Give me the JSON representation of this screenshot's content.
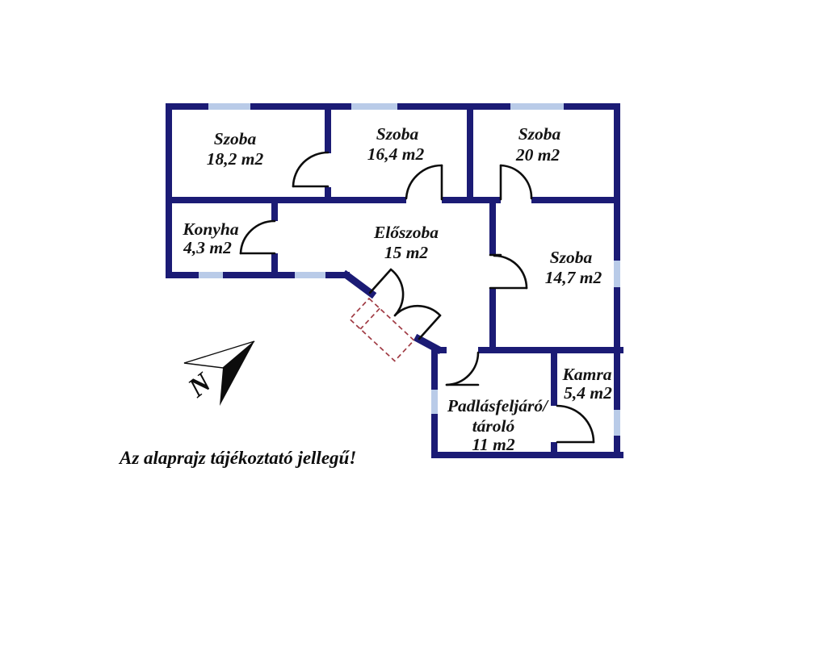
{
  "floorplan": {
    "note": "Az alaprajz tájékoztató jellegű!",
    "compass": {
      "label": "N"
    },
    "colors": {
      "wall": "#1b1b75",
      "window": "#b9cbe8",
      "door_arc": "#0d0d0d",
      "outside_steps": "#a03b44",
      "label_text": "#141414",
      "background": "#ffffff"
    },
    "rooms": [
      {
        "name": "Szoba",
        "area": "18,2 m2"
      },
      {
        "name": "Szoba",
        "area": "16,4 m2"
      },
      {
        "name": "Szoba",
        "area": "20 m2"
      },
      {
        "name": "Konyha",
        "area": "4,3 m2"
      },
      {
        "name": "Előszoba",
        "area": "15 m2"
      },
      {
        "name": "Szoba",
        "area": "14,7 m2"
      },
      {
        "name": "Kamra",
        "area": "5,4 m2"
      },
      {
        "name": "Padlásfeljáró/",
        "name_line2": "tároló",
        "area": "11 m2"
      }
    ]
  }
}
